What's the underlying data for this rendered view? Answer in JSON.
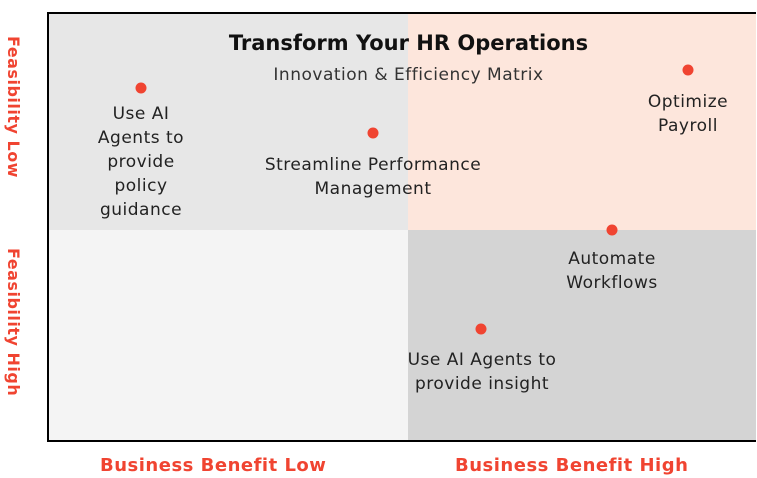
{
  "title": "Transform Your HR Operations",
  "subtitle": "Innovation & Efficiency Matrix",
  "axes": {
    "y_top": "Feasibility Low",
    "y_bottom": "Feasibility High",
    "x_left": "Business Benefit Low",
    "x_right": "Business Benefit High"
  },
  "items": [
    {
      "label": "Use AI Agents to provide policy guidance"
    },
    {
      "label": "Streamline Performance Management"
    },
    {
      "label": "Optimize Payroll"
    },
    {
      "label": "Automate Workflows"
    },
    {
      "label": "Use AI Agents to provide insight"
    }
  ],
  "colors": {
    "accent": "#f04431",
    "quadrant_top_left": "#e7e7e7",
    "quadrant_top_right": "#fde6dc",
    "quadrant_bottom_left": "#f4f4f4",
    "quadrant_bottom_right": "#d4d4d4"
  }
}
